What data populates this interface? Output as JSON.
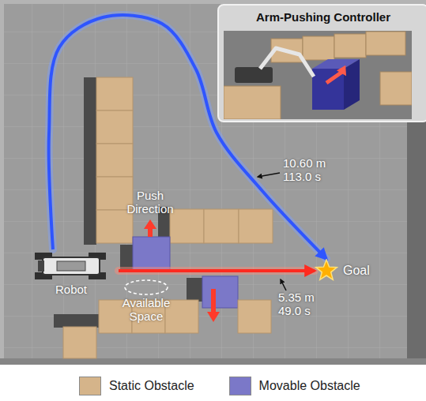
{
  "diagram": {
    "nodes": [
      {
        "text": [
          "Robot"
        ]
      },
      {
        "text": [
          "Goal"
        ]
      },
      {
        "text": [
          "Arm-Pushing Controller"
        ]
      }
    ],
    "edges": [
      {
        "from": 0,
        "to": 1,
        "arrow": "to"
      },
      {
        "from": 0,
        "to": 1,
        "arrow": "to"
      }
    ],
    "labels": [
      "Push Direction",
      "10.60 m",
      "113.0 s",
      "5.35 m",
      "49.0 s",
      "Available Space"
    ],
    "legend": [
      {
        "text": "Static Obstacle",
        "color": "#d5b48a"
      },
      {
        "text": "Movable Obstacle",
        "color": "#7b78c8"
      }
    ]
  }
}
